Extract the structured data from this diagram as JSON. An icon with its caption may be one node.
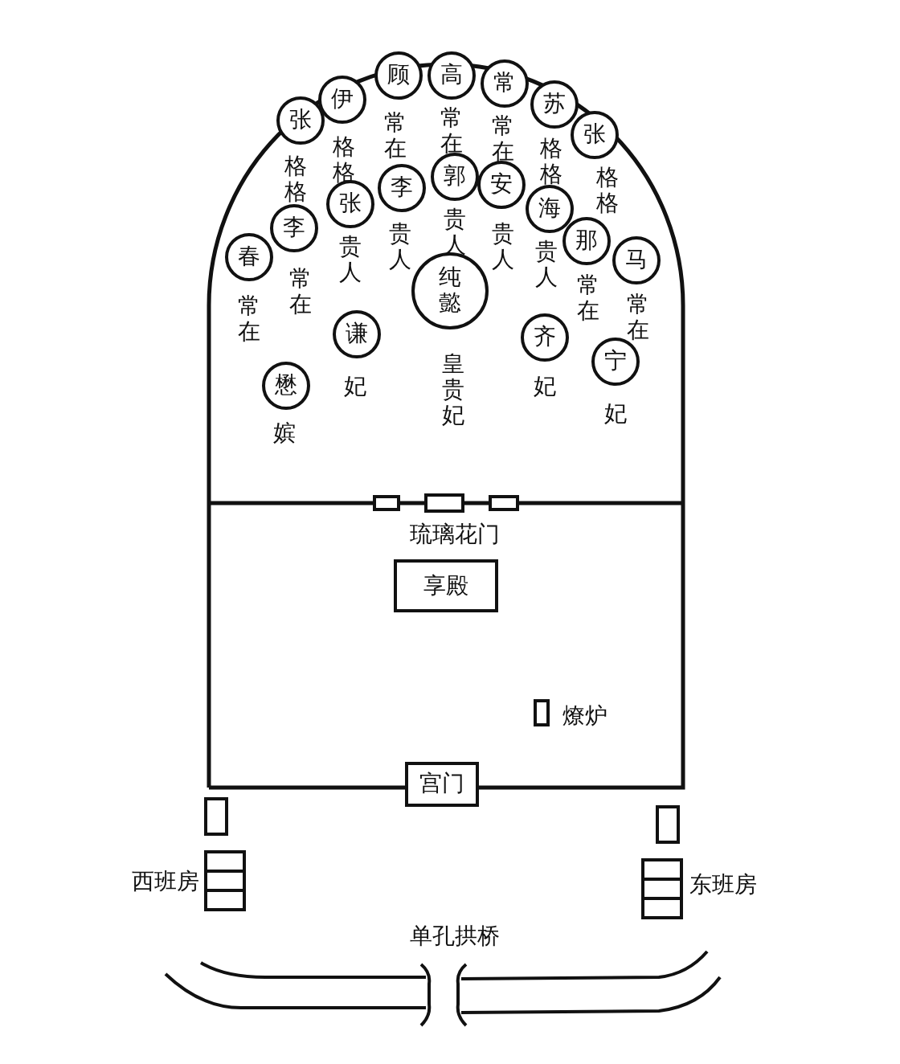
{
  "diagram": {
    "nodes": [
      {
        "text": [
          "张"
        ],
        "beside": [
          "格格"
        ]
      },
      {
        "text": [
          "伊"
        ],
        "beside": [
          "格格"
        ]
      },
      {
        "text": [
          "顾"
        ],
        "beside": [
          "常在"
        ]
      },
      {
        "text": [
          "高"
        ],
        "beside": [
          "常在"
        ]
      },
      {
        "text": [
          "常"
        ],
        "beside": [
          "常在"
        ]
      },
      {
        "text": [
          "苏"
        ],
        "beside": [
          "格格"
        ]
      },
      {
        "text": [
          "张"
        ],
        "beside": [
          "格格"
        ]
      },
      {
        "text": [
          "春"
        ],
        "beside": [
          "常在"
        ]
      },
      {
        "text": [
          "李"
        ],
        "beside": [
          "常在"
        ]
      },
      {
        "text": [
          "张"
        ],
        "beside": [
          "贵人"
        ]
      },
      {
        "text": [
          "李"
        ],
        "beside": [
          "贵人"
        ]
      },
      {
        "text": [
          "郭"
        ],
        "beside": [
          "贵人"
        ]
      },
      {
        "text": [
          "安"
        ],
        "beside": [
          "贵人"
        ]
      },
      {
        "text": [
          "海"
        ],
        "beside": [
          "贵人"
        ]
      },
      {
        "text": [
          "那"
        ],
        "beside": [
          "常在"
        ]
      },
      {
        "text": [
          "马"
        ],
        "beside": [
          "常在"
        ]
      },
      {
        "text": [
          "纯懿"
        ],
        "beside": [
          "皇贵妃"
        ]
      },
      {
        "text": [
          "懋"
        ],
        "beside": [
          "嫔"
        ]
      },
      {
        "text": [
          "谦"
        ],
        "beside": [
          "妃"
        ]
      },
      {
        "text": [
          "齐"
        ],
        "beside": [
          "妃"
        ]
      },
      {
        "text": [
          "宁"
        ],
        "beside": [
          "妃"
        ]
      },
      {
        "text": [
          "享殿"
        ]
      },
      {
        "text": [
          "宫门"
        ]
      }
    ],
    "edges": [],
    "labels": [
      "琉璃花门",
      "燎炉",
      "西班房",
      "东班房",
      "单孔拱桥"
    ]
  }
}
